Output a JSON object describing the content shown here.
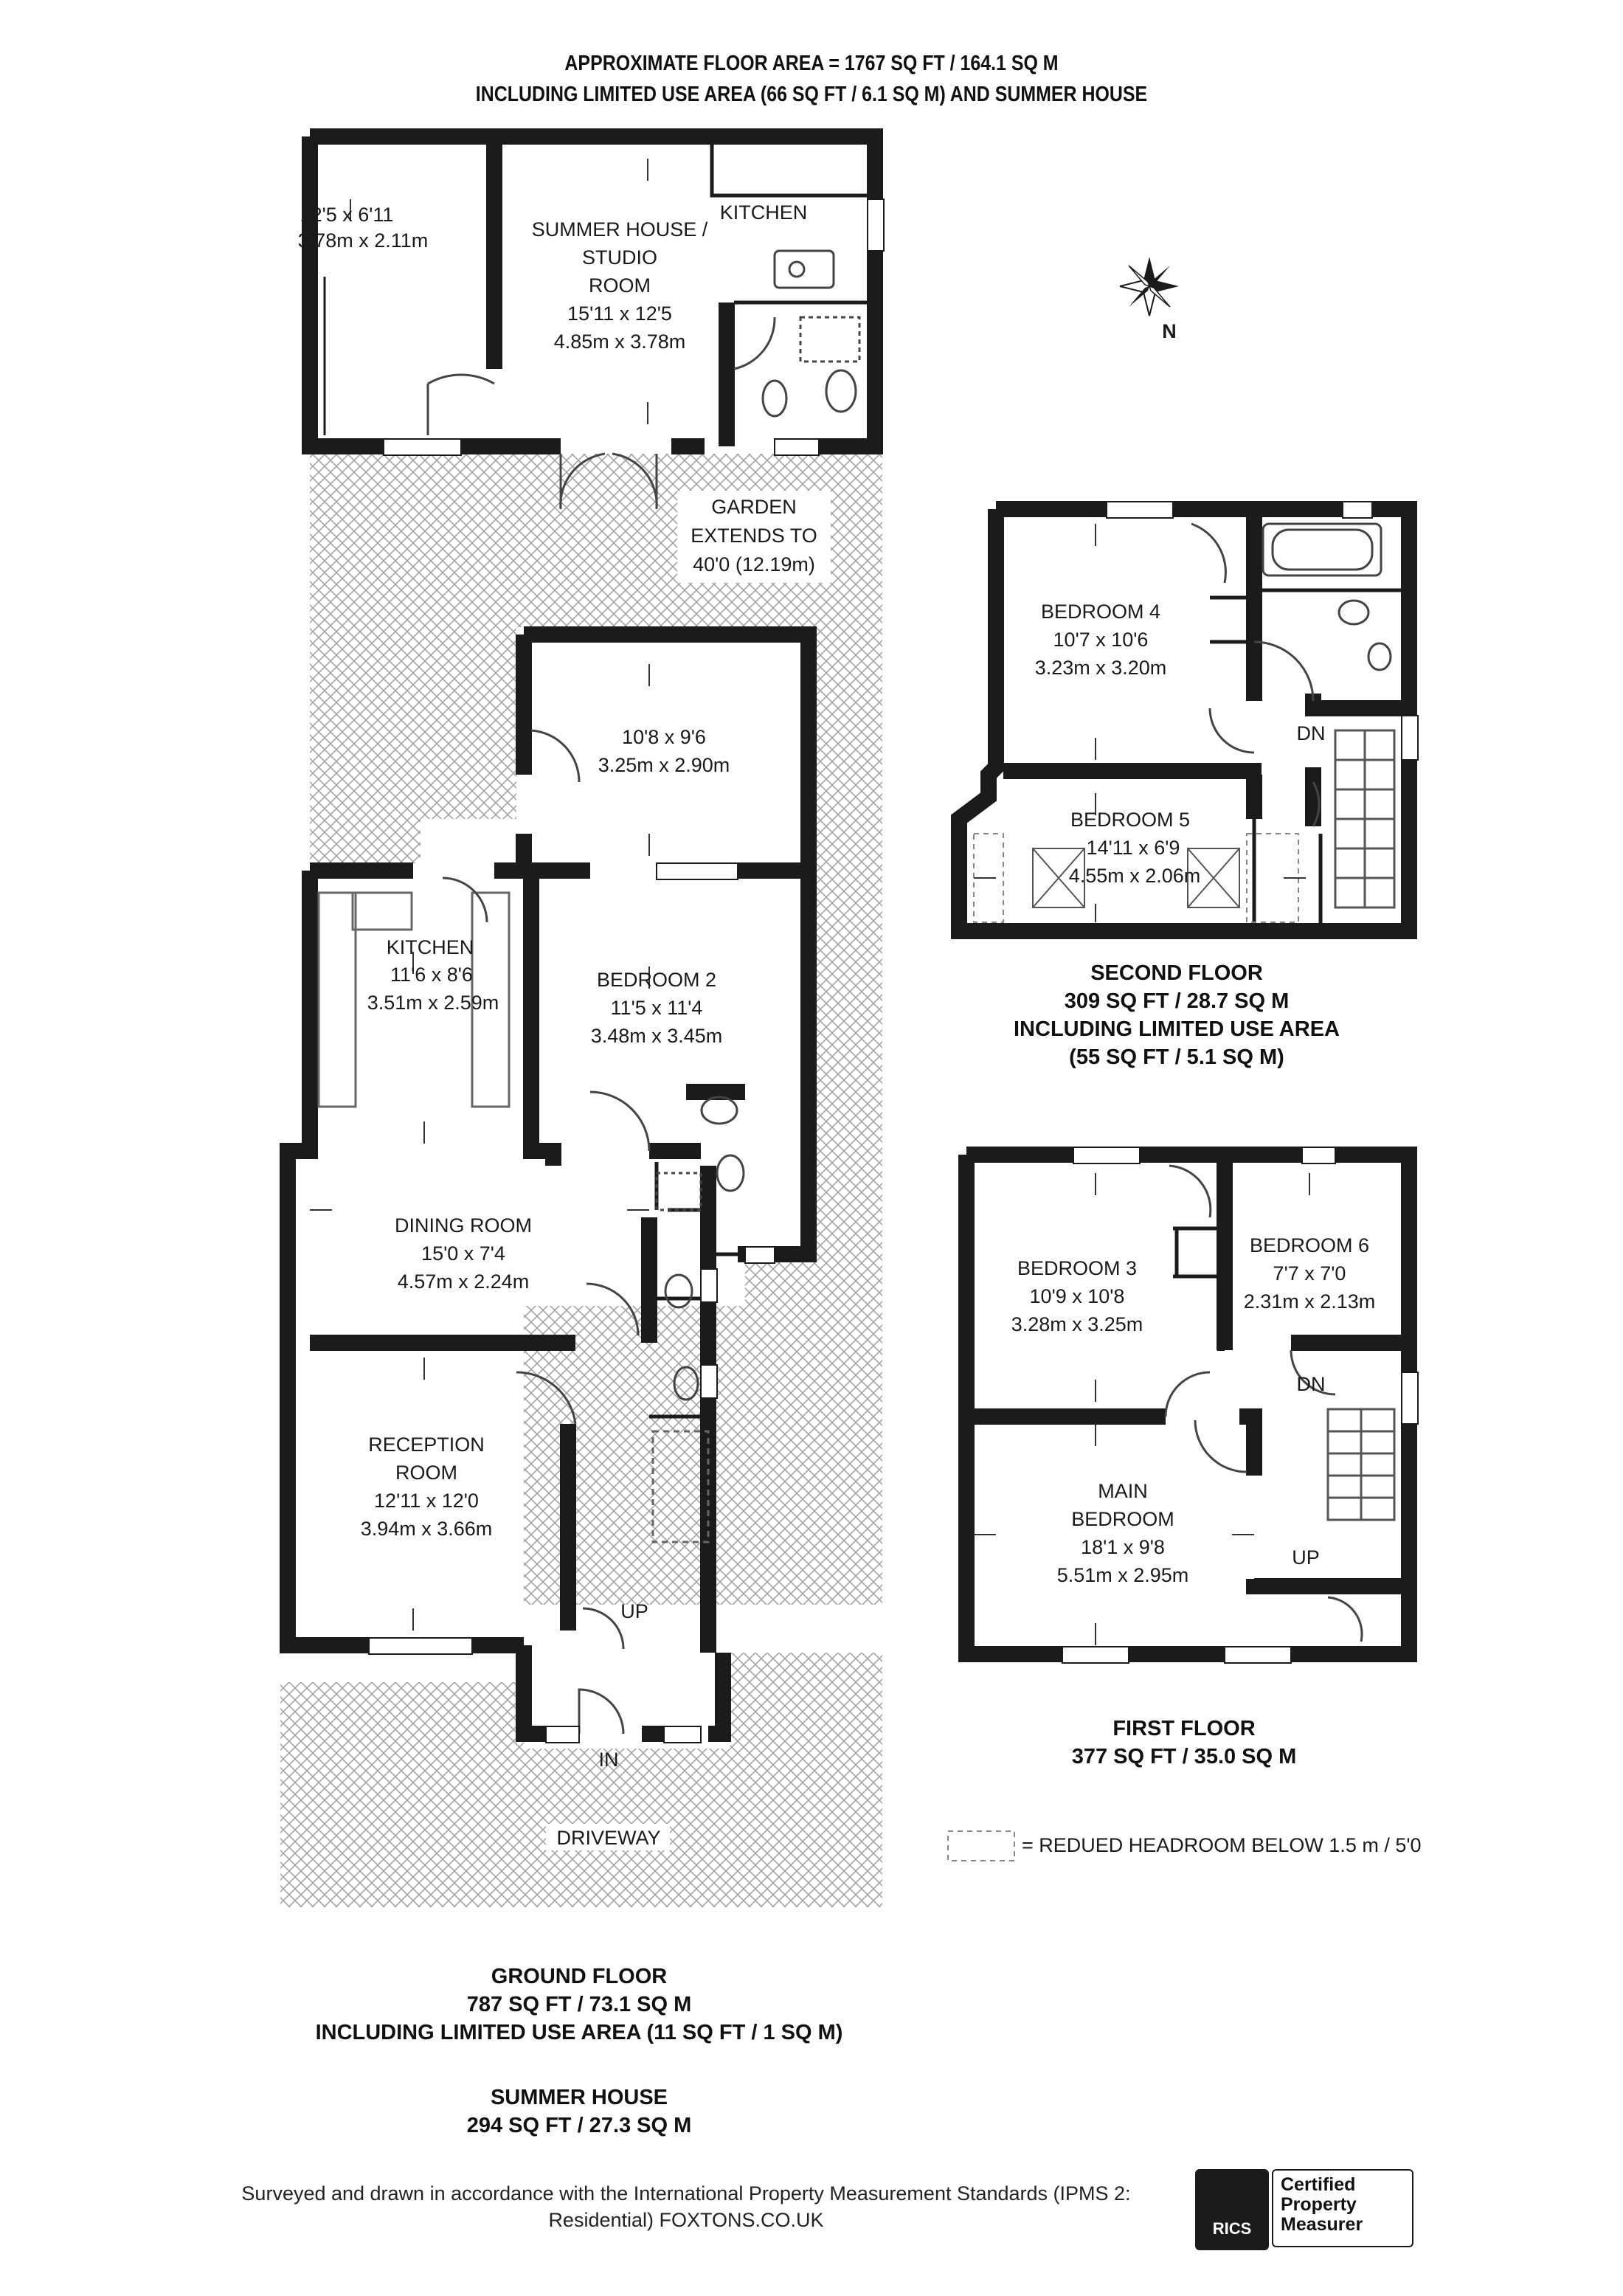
{
  "header": {
    "line1": "APPROXIMATE FLOOR AREA = 1767 SQ FT / 164.1 SQ M",
    "line2": "INCLUDING LIMITED USE AREA (66 SQ FT / 6.1 SQ M) AND SUMMER HOUSE"
  },
  "compass": {
    "label": "N"
  },
  "rooms": {
    "summer_store": {
      "dim1": "12'5 x 6'11",
      "dim2": "3.78m x 2.11m"
    },
    "summer_house": {
      "name1": "SUMMER HOUSE /",
      "name2": "STUDIO",
      "name3": "ROOM",
      "dim1": "15'11 x 12'5",
      "dim2": "4.85m x 3.78m"
    },
    "summer_kitchen": {
      "name": "KITCHEN"
    },
    "garden": {
      "name1": "GARDEN",
      "name2": "EXTENDS TO",
      "name3": "40'0 (12.19m)"
    },
    "rear_room": {
      "dim1": "10'8 x 9'6",
      "dim2": "3.25m x 2.90m"
    },
    "kitchen": {
      "name": "KITCHEN",
      "dim1": "11'6 x 8'6",
      "dim2": "3.51m x 2.59m"
    },
    "bedroom2": {
      "name": "BEDROOM 2",
      "dim1": "11'5 x 11'4",
      "dim2": "3.48m x 3.45m"
    },
    "dining": {
      "name": "DINING ROOM",
      "dim1": "15'0 x 7'4",
      "dim2": "4.57m x 2.24m"
    },
    "reception": {
      "name1": "RECEPTION",
      "name2": "ROOM",
      "dim1": "12'11 x 12'0",
      "dim2": "3.94m x 3.66m"
    },
    "ground_up": "UP",
    "entrance": "IN",
    "driveway": "DRIVEWAY",
    "bedroom4": {
      "name": "BEDROOM 4",
      "dim1": "10'7 x 10'6",
      "dim2": "3.23m x 3.20m"
    },
    "bedroom5": {
      "name": "BEDROOM 5",
      "dim1": "14'11 x 6'9",
      "dim2": "4.55m x 2.06m"
    },
    "second_dn": "DN",
    "bedroom3": {
      "name": "BEDROOM 3",
      "dim1": "10'9 x 10'8",
      "dim2": "3.28m x 3.25m"
    },
    "bedroom6": {
      "name": "BEDROOM 6",
      "dim1": "7'7 x 7'0",
      "dim2": "2.31m x 2.13m"
    },
    "main_bedroom": {
      "name1": "MAIN",
      "name2": "BEDROOM",
      "dim1": "18'1 x 9'8",
      "dim2": "5.51m x 2.95m"
    },
    "first_dn": "DN",
    "first_up": "UP"
  },
  "floors": {
    "second": {
      "line1": "SECOND FLOOR",
      "line2": "309 SQ FT / 28.7 SQ M",
      "line3": "INCLUDING LIMITED USE AREA",
      "line4": "(55 SQ FT / 5.1 SQ M)"
    },
    "first": {
      "line1": "FIRST FLOOR",
      "line2": "377 SQ FT / 35.0 SQ M"
    },
    "ground": {
      "line1": "GROUND FLOOR",
      "line2": "787 SQ FT / 73.1 SQ M",
      "line3": "INCLUDING LIMITED USE AREA (11 SQ FT / 1 SQ M)"
    },
    "summer": {
      "line1": "SUMMER HOUSE",
      "line2": "294 SQ FT / 27.3 SQ M"
    }
  },
  "legend": {
    "text": "=  REDUED HEADROOM BELOW 1.5 m / 5'0"
  },
  "footer": {
    "line1": "Surveyed and drawn in accordance with the International Property Measurement Standards (IPMS 2:",
    "line2": "Residential) FOXTONS.CO.UK"
  },
  "badge": {
    "logo": "RICS",
    "line1": "Certified",
    "line2": "Property",
    "line3": "Measurer"
  },
  "colors": {
    "wall": "#1b1b1b",
    "hatch": "#9a9a9a",
    "text": "#1a1a1a"
  }
}
